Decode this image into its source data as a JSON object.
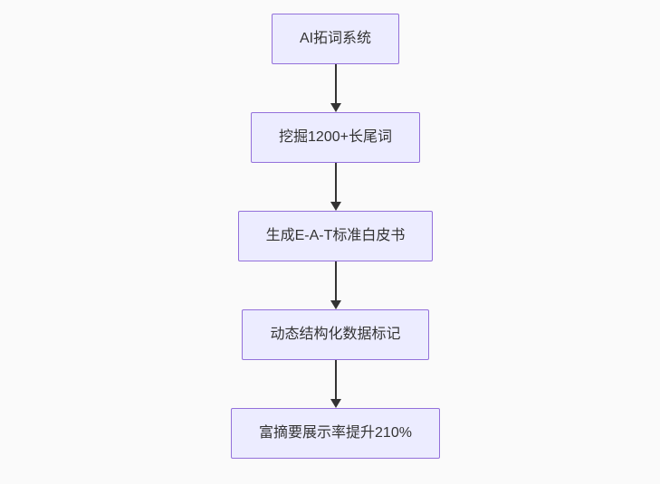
{
  "diagram": {
    "type": "flowchart",
    "direction": "top-down",
    "colors": {
      "page_bg": "#fafafa",
      "node_fill": "#ececff",
      "node_border": "#9370db",
      "node_text": "#333333",
      "arrow": "#333333"
    },
    "nodes": [
      {
        "label": "AI拓词系统"
      },
      {
        "label": "挖掘1200+长尾词"
      },
      {
        "label": "生成E-A-T标准白皮书"
      },
      {
        "label": "动态结构化数据标记"
      },
      {
        "label": "富摘要展示率提升210%"
      }
    ],
    "edges": [
      {
        "from": 0,
        "to": 1
      },
      {
        "from": 1,
        "to": 2
      },
      {
        "from": 2,
        "to": 3
      },
      {
        "from": 3,
        "to": 4
      }
    ]
  }
}
